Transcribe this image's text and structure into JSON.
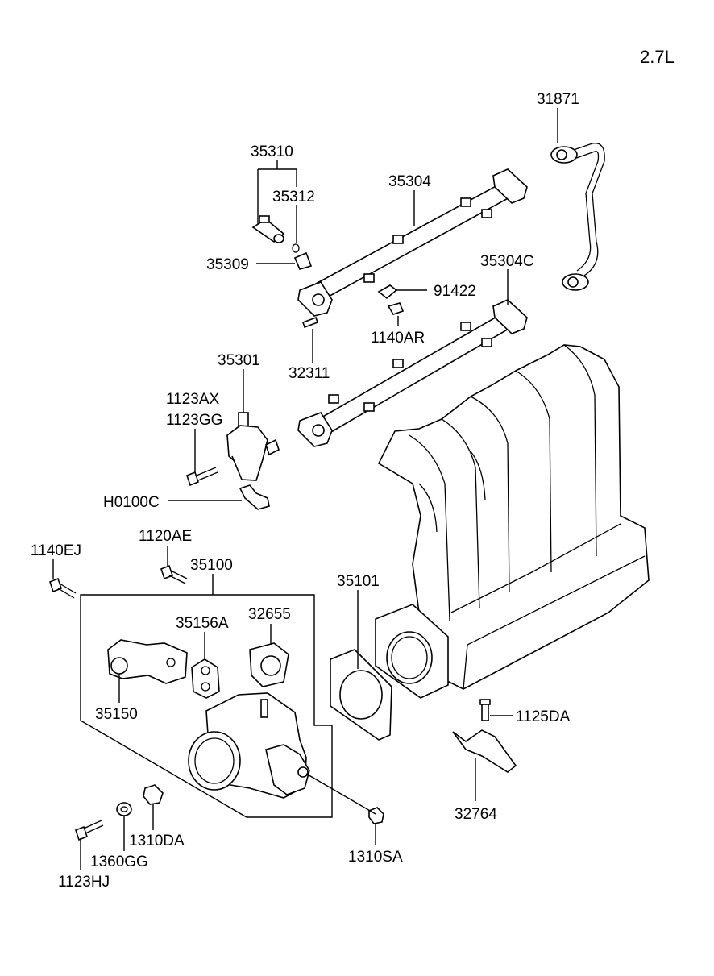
{
  "engine_label": "2.7L",
  "parts": {
    "p31871": "31871",
    "p35310": "35310",
    "p35312": "35312",
    "p35304": "35304",
    "p35309": "35309",
    "p35304C": "35304C",
    "p91422": "91422",
    "p1140AR": "1140AR",
    "p32311": "32311",
    "p35301": "35301",
    "p1123AX": "1123AX",
    "p1123GG": "1123GG",
    "pH0100C": "H0100C",
    "p1120AE": "1120AE",
    "p1140EJ": "1140EJ",
    "p35100": "35100",
    "p35101": "35101",
    "p35156A": "35156A",
    "p32655": "32655",
    "p35150": "35150",
    "p1125DA": "1125DA",
    "p32764": "32764",
    "p1310DA": "1310DA",
    "p1360GG": "1360GG",
    "p1123HJ": "1123HJ",
    "p1310SA": "1310SA"
  }
}
